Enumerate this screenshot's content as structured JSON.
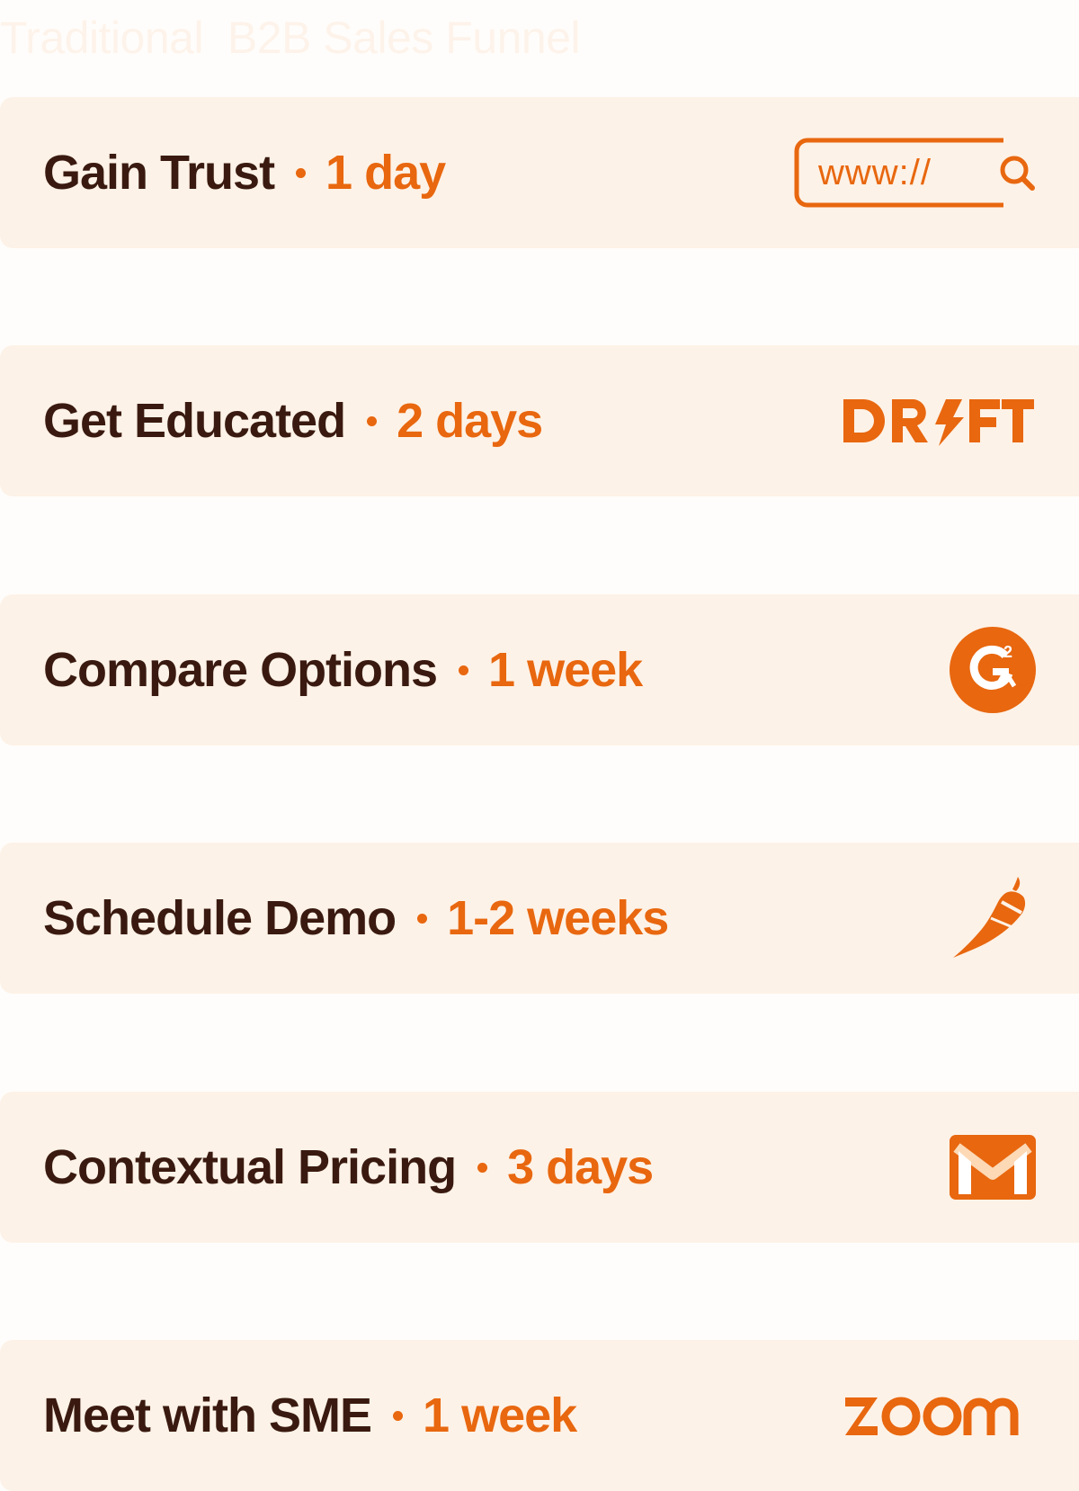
{
  "page": {
    "title": "Traditional  B2B Sales Funnel"
  },
  "colors": {
    "accent": "#e8670f",
    "row_background": "#fdf2e7",
    "stage_text": "#3a1a10",
    "title_text": "#fdf3ea"
  },
  "stages": [
    {
      "name": "Gain Trust",
      "duration": "1 day",
      "logo": "browser-search-icon",
      "logo_text": "www://"
    },
    {
      "name": "Get Educated",
      "duration": "2 days",
      "logo": "drift-logo",
      "logo_text": "DRIFT"
    },
    {
      "name": "Compare Options",
      "duration": "1 week",
      "logo": "g2-logo",
      "logo_text": "2"
    },
    {
      "name": "Schedule Demo",
      "duration": "1-2 weeks",
      "logo": "chili-pepper-icon"
    },
    {
      "name": "Contextual Pricing",
      "duration": "3 days",
      "logo": "gmail-icon"
    },
    {
      "name": "Meet with SME",
      "duration": "1 week",
      "logo": "zoom-logo",
      "logo_text": "zoom"
    }
  ]
}
